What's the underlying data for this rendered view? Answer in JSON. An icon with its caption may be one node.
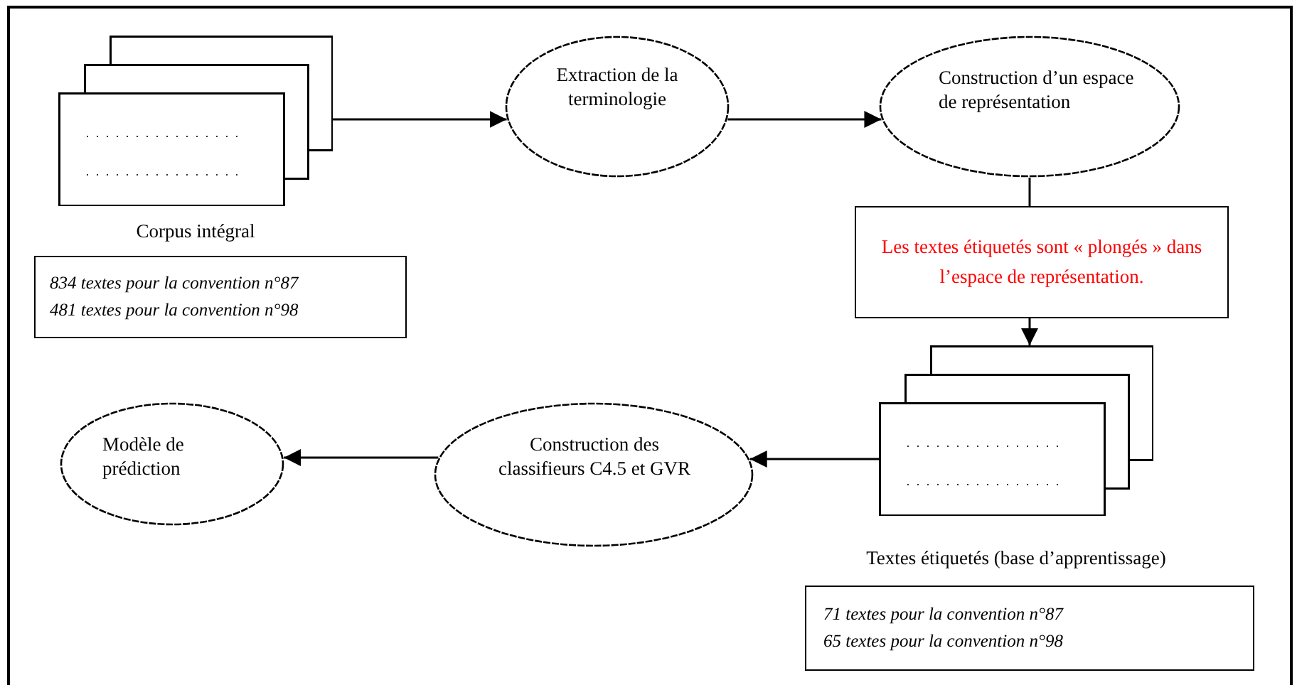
{
  "diagram": {
    "nodes": [
      {
        "text": [
          "Corpus intégral"
        ]
      },
      {
        "text": [
          "834 textes pour la convention n°87",
          "481 textes pour la convention n°98"
        ]
      },
      {
        "text": [
          "Extraction de la terminologie"
        ]
      },
      {
        "text": [
          "Construction d’un espace de représentation"
        ]
      },
      {
        "text": [
          "Les textes étiquetés sont « plongés » dans l’espace de représentation."
        ]
      },
      {
        "text": [
          "Textes étiquetés (base d’apprentissage)"
        ]
      },
      {
        "text": [
          "71 textes pour la convention n°87",
          "65 textes pour la convention n°98"
        ]
      },
      {
        "text": [
          "Construction des classifieurs C4.5 et GVR"
        ]
      },
      {
        "text": [
          "Modèle de prédiction"
        ]
      }
    ],
    "edges": [
      {
        "from": 0,
        "to": 2,
        "arrow": "to"
      },
      {
        "from": 2,
        "to": 3,
        "arrow": "to"
      },
      {
        "from": 3,
        "to": 4,
        "arrow": "none"
      },
      {
        "from": 4,
        "to": 5,
        "arrow": "to"
      },
      {
        "from": 5,
        "to": 7,
        "arrow": "to"
      },
      {
        "from": 7,
        "to": 8,
        "arrow": "to"
      }
    ]
  }
}
